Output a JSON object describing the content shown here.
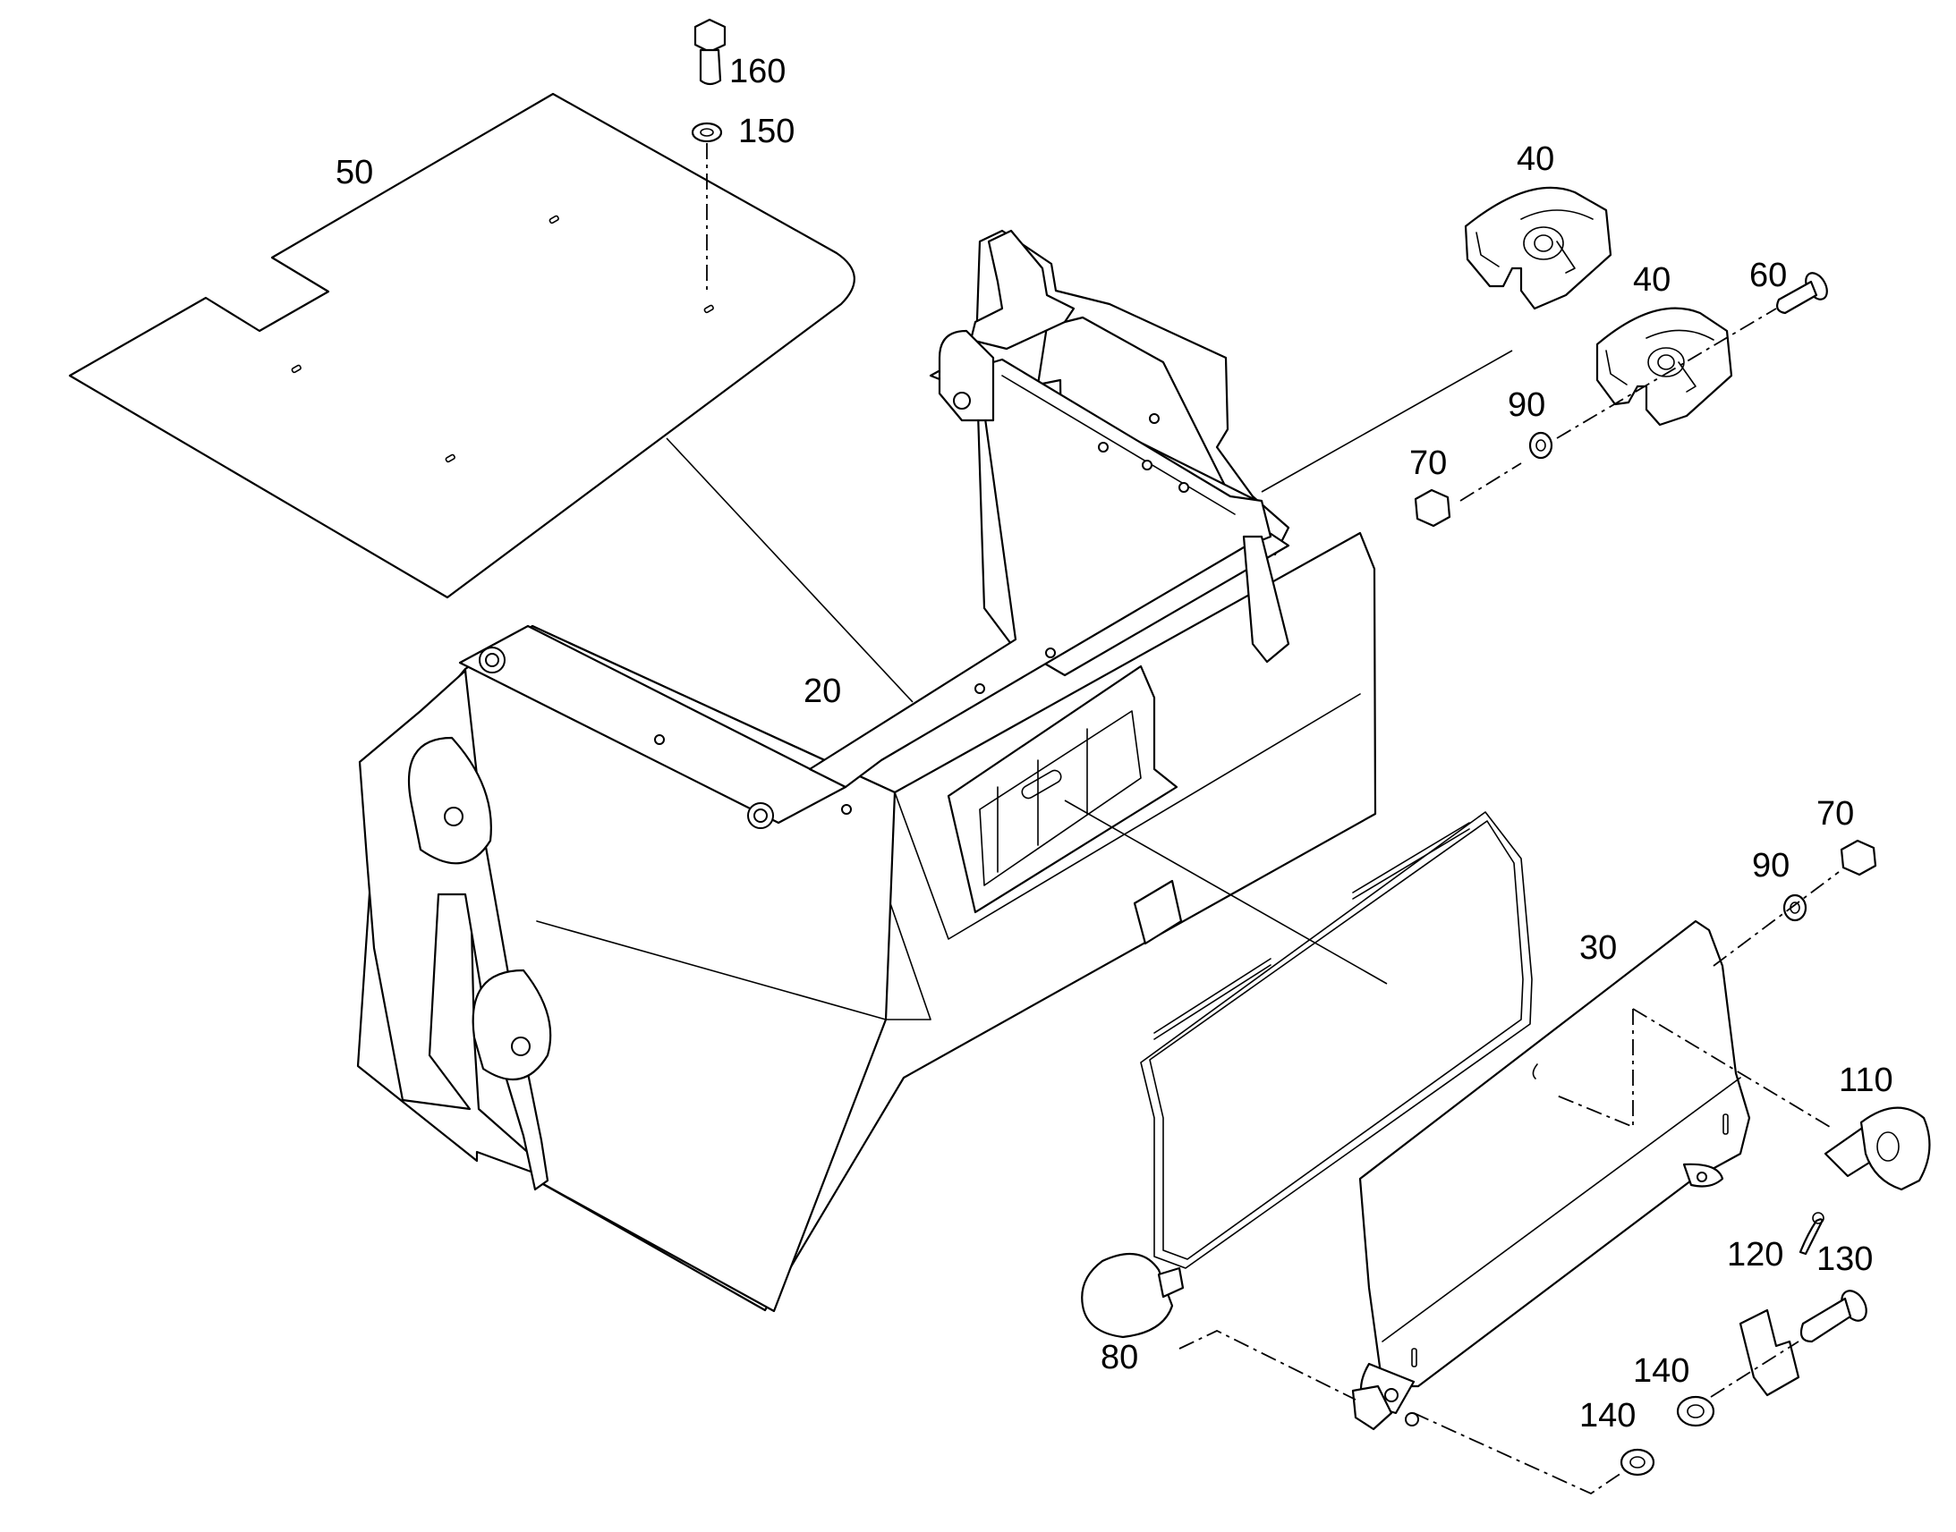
{
  "colors": {
    "line": "#000000",
    "background": "#ffffff"
  },
  "callouts": {
    "c20": "20",
    "c30": "30",
    "c40a": "40",
    "c40b": "40",
    "c50": "50",
    "c60": "60",
    "c70a": "70",
    "c70b": "70",
    "c80": "80",
    "c90a": "90",
    "c90b": "90",
    "c110": "110",
    "c120": "120",
    "c130": "130",
    "c140a": "140",
    "c140b": "140",
    "c150": "150",
    "c160": "160"
  }
}
